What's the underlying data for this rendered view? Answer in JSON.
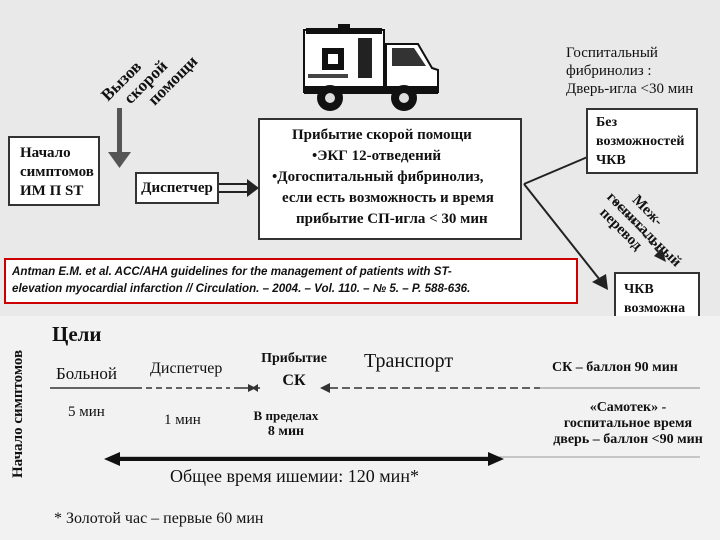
{
  "top": {
    "ambulance_call": [
      "Вызов",
      "скорой",
      "помощи"
    ],
    "symptom_onset_box": [
      "Начало",
      "симптомов",
      "ИМ П ST"
    ],
    "dispatcher_box": "Диспетчер",
    "ambulance_arrival_box": {
      "title": "Прибытие скорой помощи",
      "lines": [
        "•ЭКГ 12-отведений",
        "•Догоспитальный фибринолиз,",
        "если есть возможность и время",
        "прибытие СП-игла < 30 мин"
      ]
    },
    "hospital_fibrinolysis": [
      "Госпитальный",
      "фибринолиз :",
      "Дверь-игла <30 мин"
    ],
    "no_pci_box": [
      "Без",
      "возможностей",
      "ЧКВ"
    ],
    "interhospital_transfer": [
      "Меж-",
      "госпитальный",
      "перевод"
    ],
    "pci_possible_box": [
      "ЧКВ",
      "возможна"
    ]
  },
  "reference": [
    "Antman E.M. et al. ACC/AHA guidelines for the management of patients with ST-",
    "elevation myocardial infarction // Circulation. – 2004. – Vol. 110. – № 5. – P. 588-636."
  ],
  "timeline": {
    "vertical_label": "Начало симптомов",
    "goals_title": "Цели",
    "patient": "Больной",
    "patient_time": "5 мин",
    "dispatcher": "Диспетчер",
    "dispatcher_time": "1 мин",
    "arrival": [
      "Прибытие",
      "СК"
    ],
    "arrival_time": [
      "В пределах",
      "8 мин"
    ],
    "transport": "Транспорт",
    "balloon": "СК – баллон 90 мин",
    "self_referral": [
      "«Самотек» -",
      "госпитальное время",
      "дверь – баллон <90 мин"
    ],
    "total_ischemia": "Общее время ишемии: 120 мин*",
    "golden_hour": "* Золотой час – первые 60 мин"
  }
}
